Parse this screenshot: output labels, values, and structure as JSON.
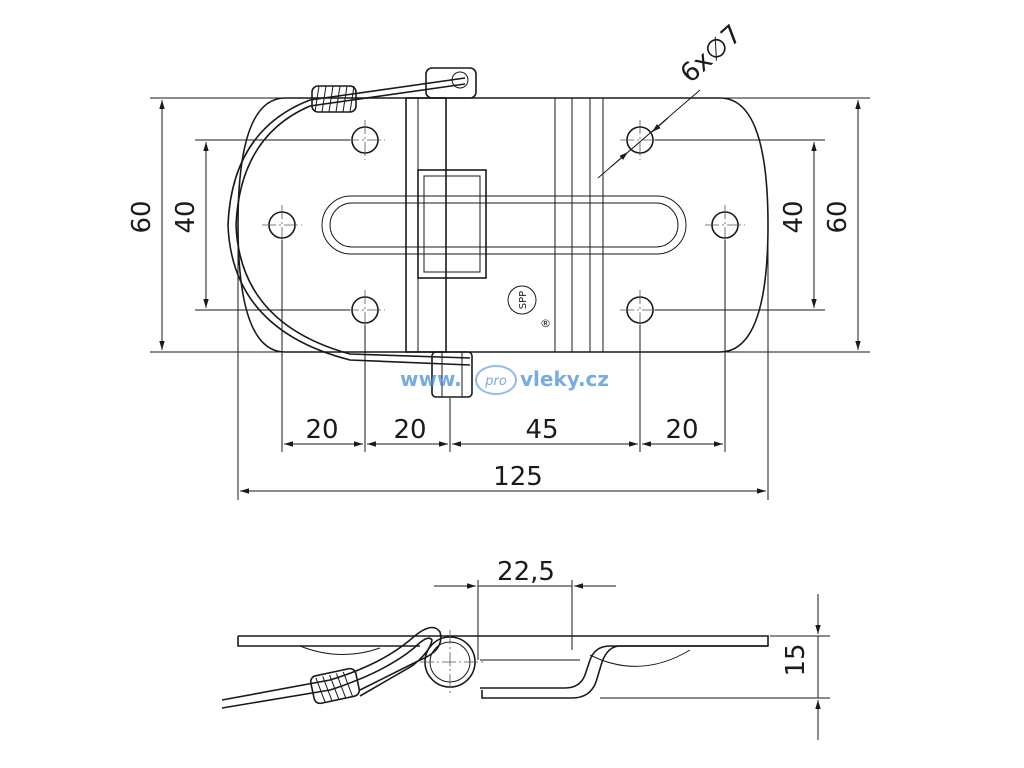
{
  "drawing": {
    "top_view": {
      "width_label": "125",
      "height_left_outer": "60",
      "height_left_inner": "40",
      "height_right_inner": "40",
      "height_right_outer": "60",
      "spacing": [
        "20",
        "20",
        "45",
        "20"
      ],
      "hole_callout": "6x∅7",
      "brand_mark": "SPP",
      "registered_mark": "®"
    },
    "side_view": {
      "pin_offset": "22,5",
      "height": "15"
    },
    "watermark": {
      "prefix": "www.",
      "middle": "pro",
      "suffix": "vleky.cz",
      "color": "#4a90d9"
    }
  }
}
